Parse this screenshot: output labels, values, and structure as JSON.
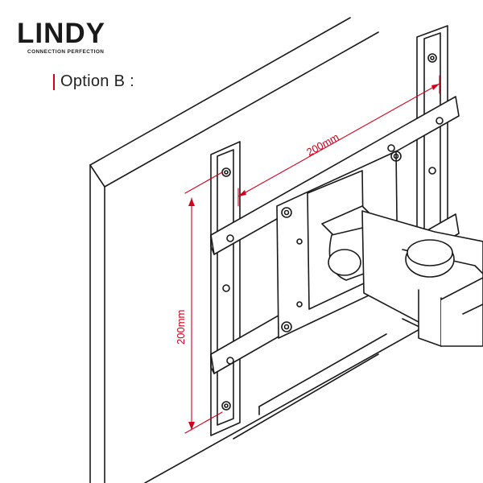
{
  "brand": {
    "name": "LINDY",
    "tagline": "CONNECTION PERFECTION",
    "accent_color": "#d0021b"
  },
  "option_label": "Option B :",
  "dimensions": {
    "horizontal": "200mm",
    "vertical": "200mm"
  },
  "colors": {
    "line": "#1a1a1a",
    "dimension": "#d0021b",
    "monitor_fill": "#ffffff"
  }
}
